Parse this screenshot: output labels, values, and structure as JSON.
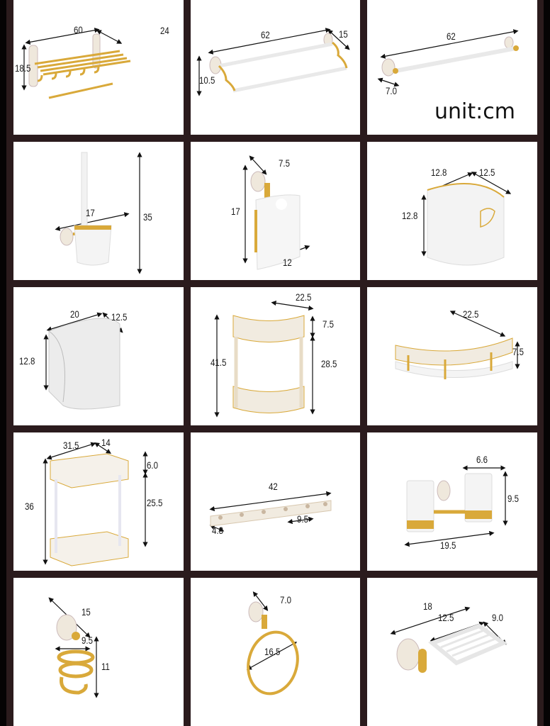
{
  "unit_label": "unit:cm",
  "products": [
    {
      "name": "folding towel rack",
      "dims": {
        "length": "60",
        "depth": "24",
        "height": "18.5"
      }
    },
    {
      "name": "double towel bar",
      "dims": {
        "length": "62",
        "depth": "15",
        "height": "10.5"
      }
    },
    {
      "name": "single towel bar",
      "dims": {
        "length": "62",
        "depth": "7.0"
      }
    },
    {
      "name": "toilet brush holder",
      "dims": {
        "width": "17",
        "height": "35"
      }
    },
    {
      "name": "toilet paper holder with cover",
      "dims": {
        "depth": "7.5",
        "height": "17",
        "width": "12"
      }
    },
    {
      "name": "enclosed paper box small",
      "dims": {
        "width": "12.8",
        "depth": "12.5",
        "height": "12.8"
      }
    },
    {
      "name": "enclosed paper box large",
      "dims": {
        "width": "20",
        "depth": "12.5",
        "height": "12.8"
      }
    },
    {
      "name": "double corner shelf",
      "dims": {
        "width": "22.5",
        "rail": "7.5",
        "height": "41.5",
        "spacing": "28.5"
      }
    },
    {
      "name": "single corner shelf",
      "dims": {
        "width": "22.5",
        "rail": "7.5"
      }
    },
    {
      "name": "double rectangular shelf",
      "dims": {
        "width": "31.5",
        "depth": "14",
        "rail": "6.0",
        "height": "36",
        "spacing": "25.5"
      }
    },
    {
      "name": "robe hook rail",
      "dims": {
        "length": "42",
        "spacing": "9.5",
        "height": "4.3"
      }
    },
    {
      "name": "double tumbler holder",
      "dims": {
        "cup": "6.6",
        "height": "9.5",
        "width": "19.5"
      }
    },
    {
      "name": "hair dryer holder",
      "dims": {
        "depth": "15",
        "width": "9.5",
        "height": "11"
      }
    },
    {
      "name": "towel ring",
      "dims": {
        "depth": "7.0",
        "diameter": "16.5"
      }
    },
    {
      "name": "soap dish",
      "dims": {
        "depth_total": "18",
        "width": "12.5",
        "depth": "9.0"
      }
    }
  ],
  "colors": {
    "frame": "#2b1b1d",
    "edge": "#050304",
    "gold": "#d9a93a",
    "white": "#ffffff",
    "ceramic": "#f1ebe0"
  }
}
